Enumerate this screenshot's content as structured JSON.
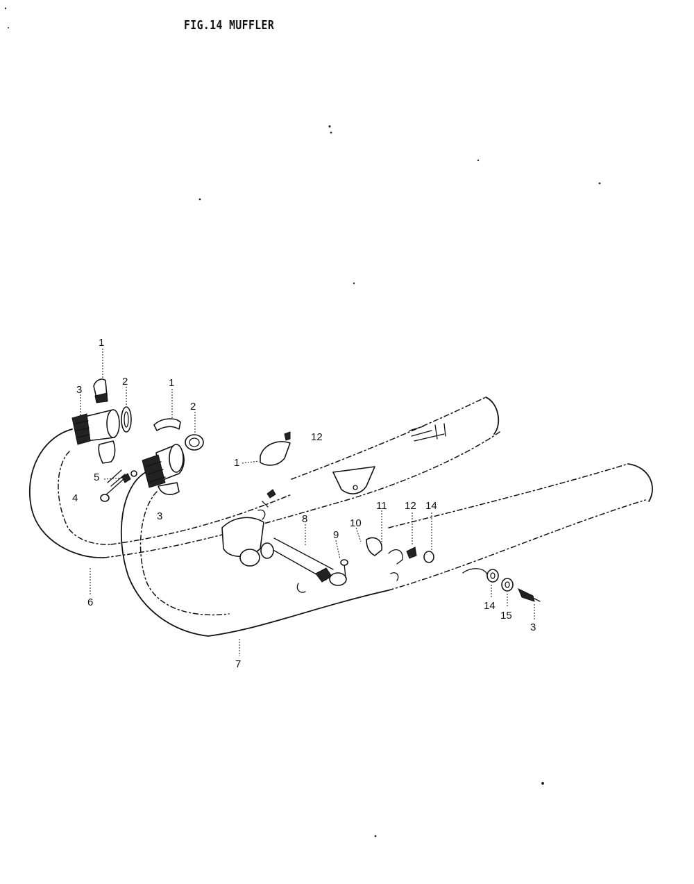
{
  "figure": {
    "title": "FIG.14  MUFFLER"
  },
  "callouts": {
    "c1a": "1",
    "c1b": "1",
    "c1c": "1",
    "c2a": "2",
    "c2b": "2",
    "c3a": "3",
    "c3b": "3",
    "c3c": "3",
    "c4": "4",
    "c5": "5",
    "c6": "6",
    "c7": "7",
    "c8": "8",
    "c9": "9",
    "c10": "10",
    "c11": "11",
    "c12a": "12",
    "c12b": "12",
    "c14a": "14",
    "c14b": "14",
    "c15": "15"
  }
}
